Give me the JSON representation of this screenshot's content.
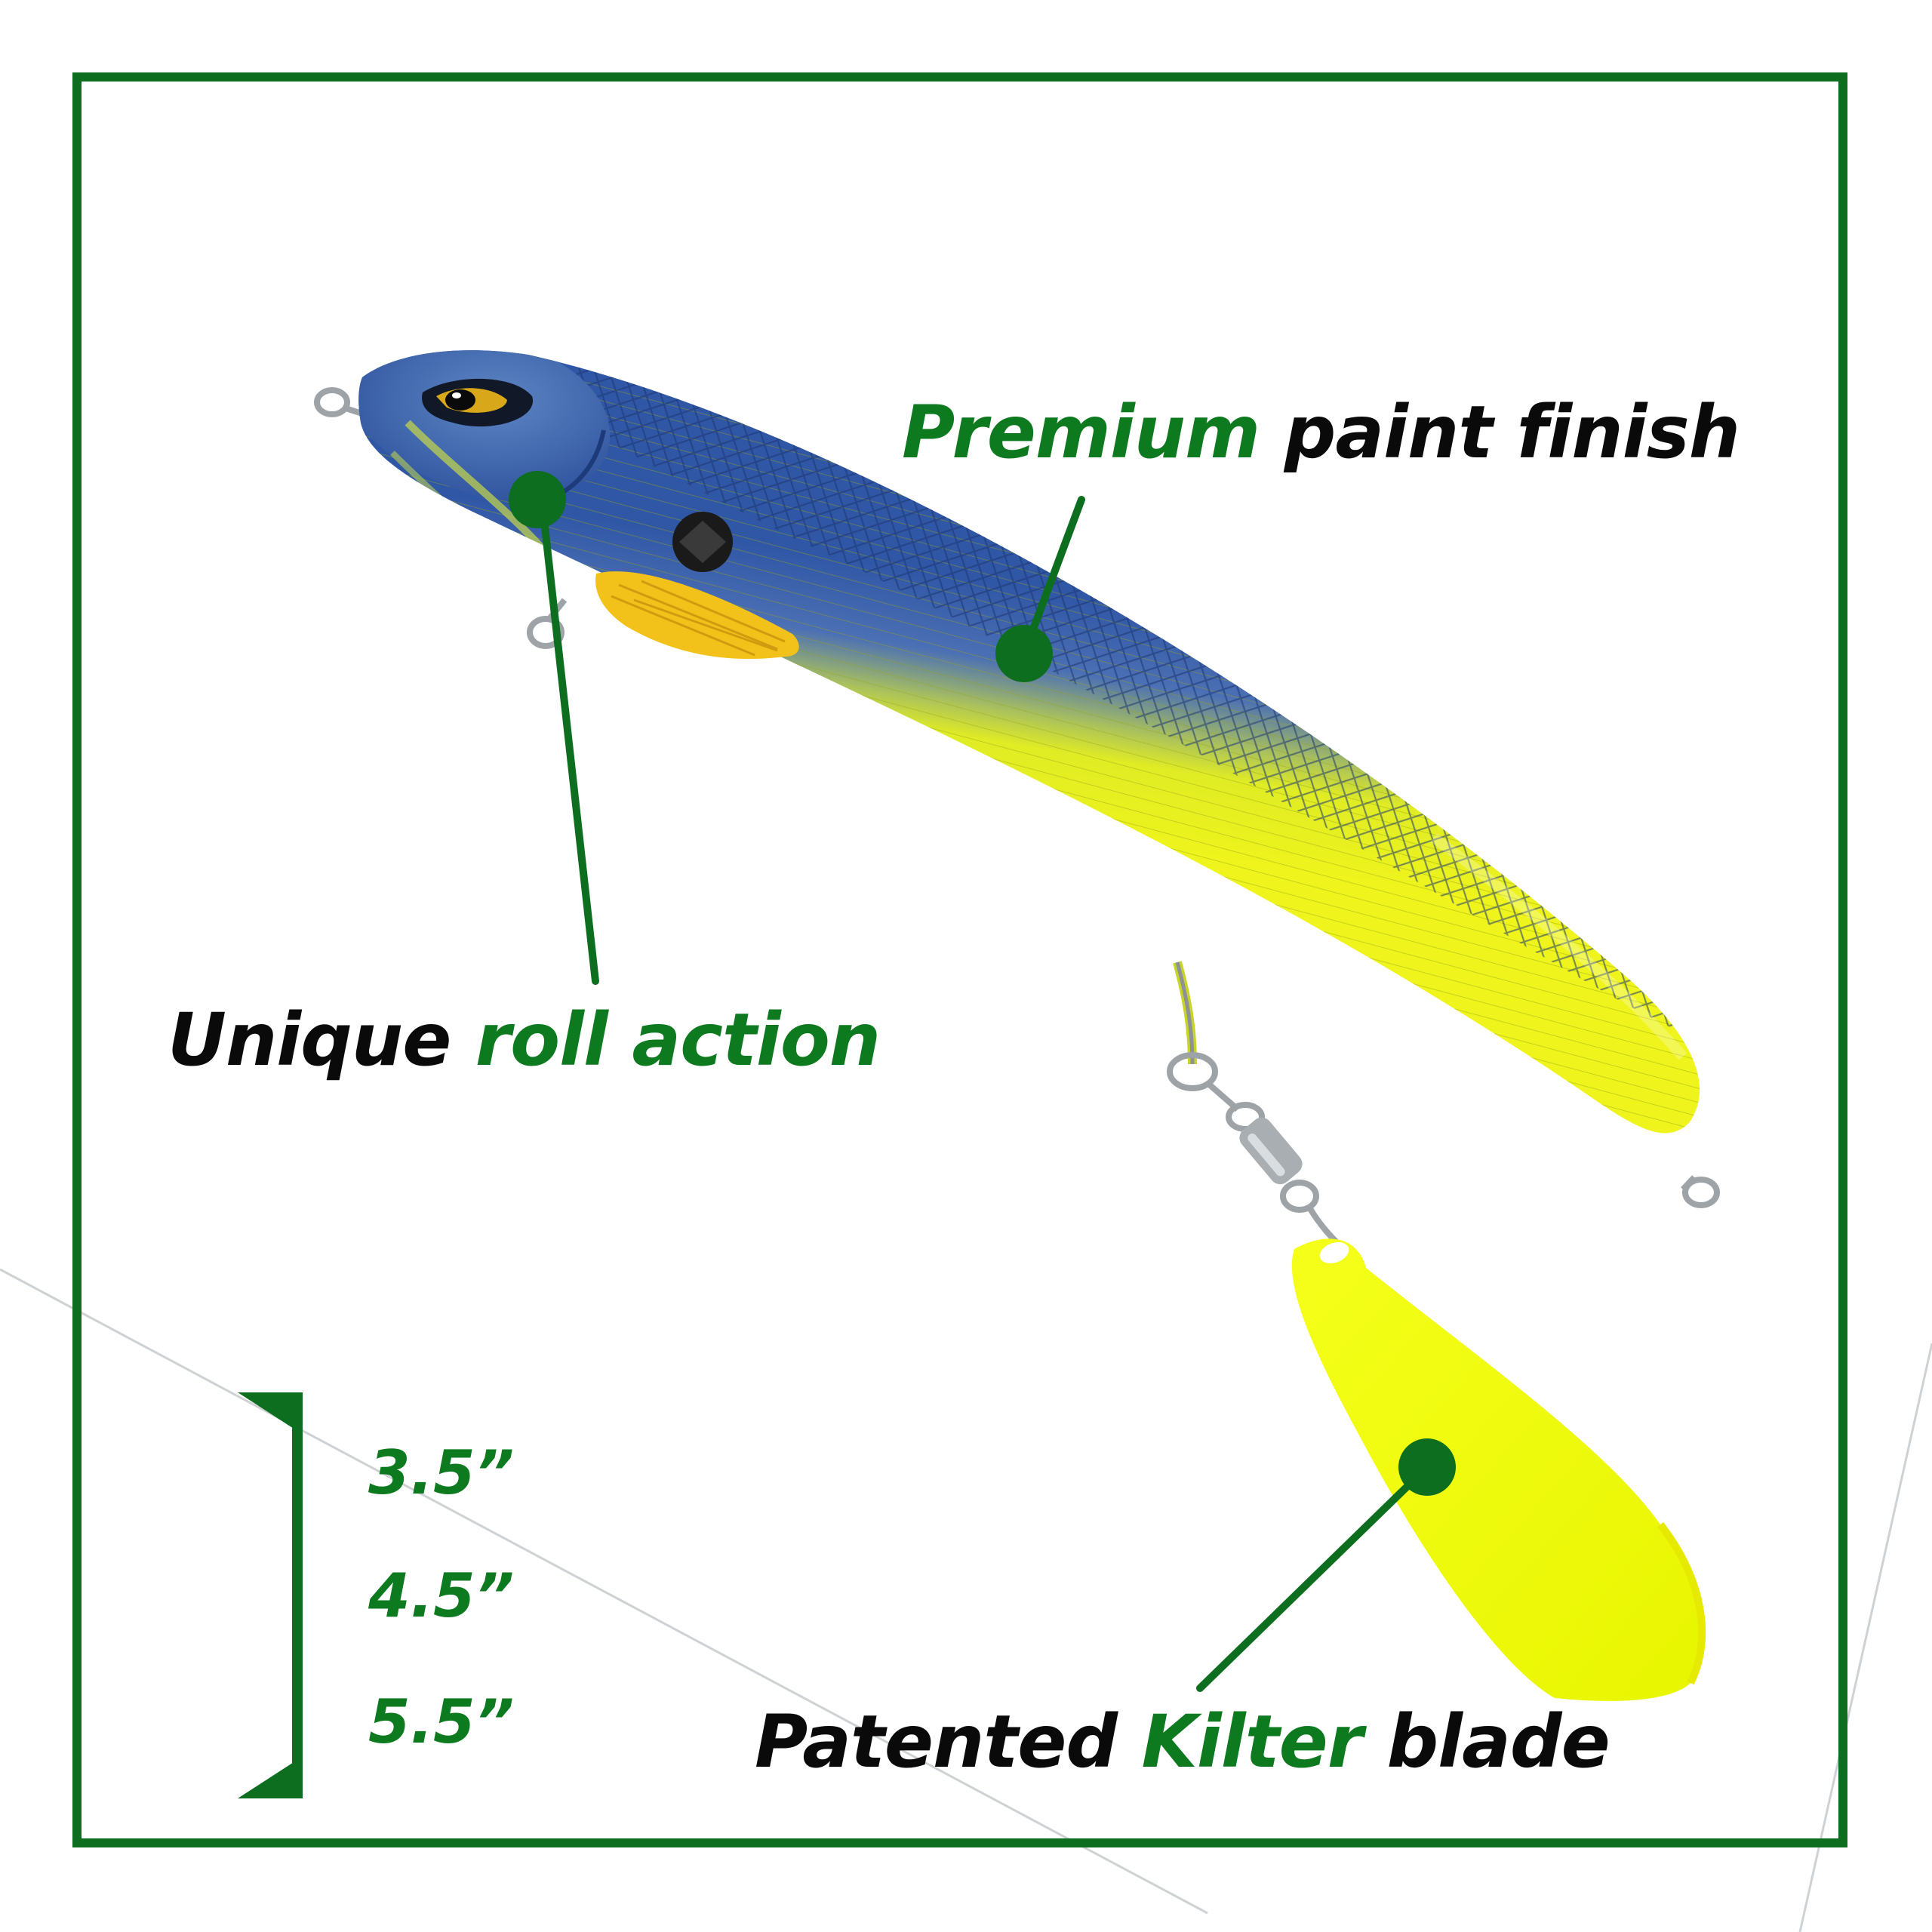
{
  "colors": {
    "accent": "#0d7a1f",
    "frame": "#0d6e1f",
    "text": "#0a0a0a",
    "lure_back": "#3e61ad",
    "lure_belly": "#e6ef1c",
    "blade": "#f2ff0a"
  },
  "callouts": {
    "paint": {
      "highlight": "Premium",
      "rest": " paint finish"
    },
    "roll": {
      "lead": "Unique ",
      "highlight": "roll action"
    },
    "blade": {
      "lead": "Patented ",
      "highlight": "Kilter",
      "rest": " blade"
    }
  },
  "sizes": [
    "3.5”",
    "4.5”",
    "5.5”"
  ]
}
